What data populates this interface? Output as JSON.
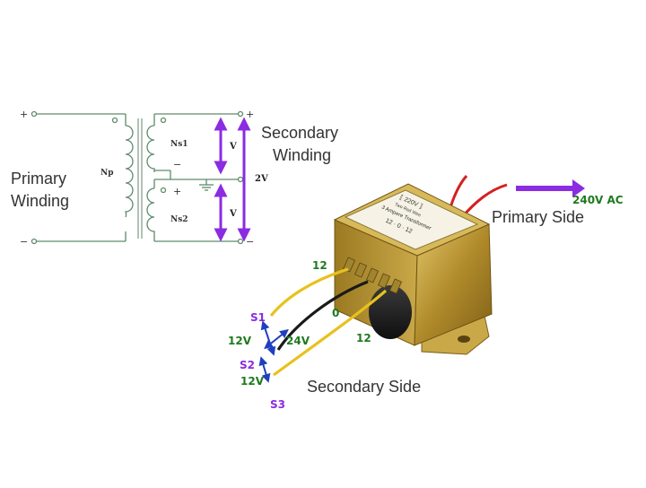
{
  "schematic": {
    "primary_label_1": "Primary",
    "primary_label_2": "Winding",
    "secondary_label_1": "Secondary",
    "secondary_label_2": "Winding",
    "np": "Np",
    "ns1": "Ns1",
    "ns2": "Ns2",
    "v_top": "V",
    "v_bottom": "V",
    "v_total": "2V",
    "plus": "+",
    "minus": "−"
  },
  "photo": {
    "plate_line1": "⟦ 220V ⟧",
    "plate_line2": "Two Red Wire",
    "plate_line3": "3 Ampere Transformer",
    "plate_line4": "12 · 0 · 12",
    "primary_side": "Primary Side",
    "ac_label": "240V AC",
    "secondary_side": "Secondary Side",
    "tap_12_top": "12",
    "tap_0": "0",
    "tap_12_bottom": "12",
    "s1": "S1",
    "s2": "S2",
    "s3": "S3",
    "v12_top": "12V",
    "v24": "24V",
    "v12_bottom": "12V"
  },
  "colors": {
    "arrow": "#8b2be2",
    "green_text": "#1e7a1e",
    "purple_text": "#8b2be2",
    "wire_yellow": "#e8c11c",
    "wire_black": "#1a1a1a",
    "wire_red": "#d42020",
    "frame": "#b79a3a",
    "dim_arrow": "#1f3fbf"
  }
}
